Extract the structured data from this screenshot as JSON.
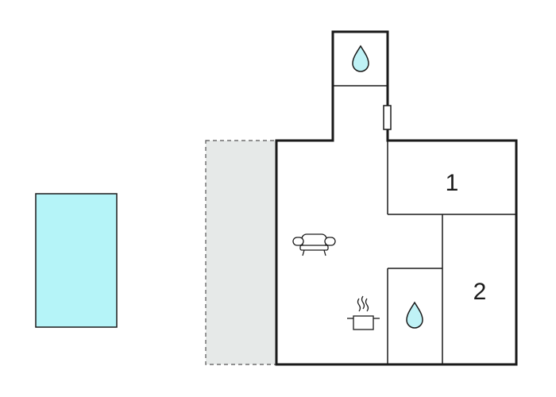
{
  "floor_plan": {
    "rooms": [
      {
        "id": "bedroom-1",
        "label": "1"
      },
      {
        "id": "bedroom-2",
        "label": "2"
      }
    ],
    "icons": [
      {
        "name": "water-drop-icon",
        "meaning": "bathroom"
      },
      {
        "name": "water-drop-icon",
        "meaning": "bathroom"
      },
      {
        "name": "sofa-icon",
        "meaning": "living room"
      },
      {
        "name": "cooking-pot-icon",
        "meaning": "kitchen"
      }
    ],
    "colors": {
      "pool": "#b5f4f8",
      "terrace": "#e6e9e8",
      "wall": "#1a1a1a",
      "drop": "#bff2f6"
    }
  }
}
